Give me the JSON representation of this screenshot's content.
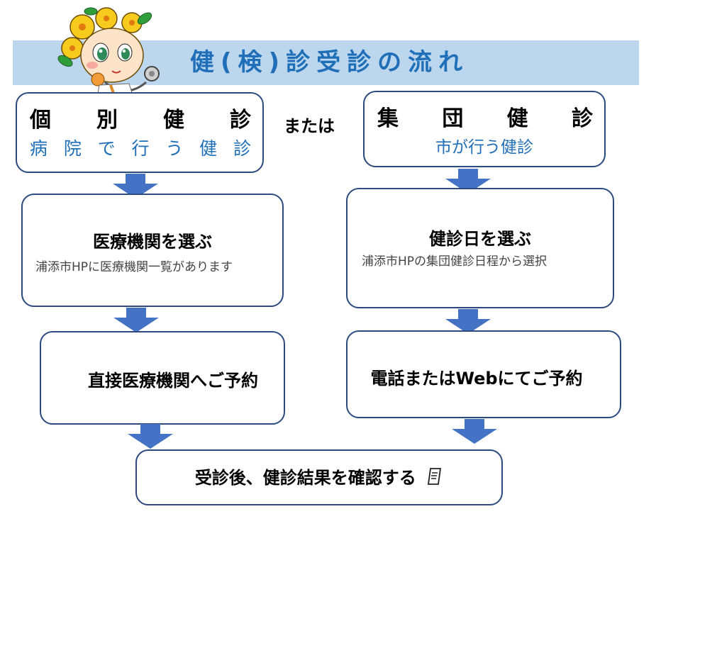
{
  "header": {
    "title_chars": [
      "健",
      "(",
      "検",
      ")",
      "診",
      "受",
      "診",
      "の",
      "流",
      "れ"
    ]
  },
  "left": {
    "heading_chars": [
      "個",
      "別",
      "健",
      "診"
    ],
    "sub_chars": [
      "病",
      "院",
      "で",
      "行",
      "う",
      "健",
      "診"
    ],
    "step1_title": "医療機関を選ぶ",
    "step1_note": "浦添市HPに医療機関一覧があります",
    "step2_title": "直接医療機関へご予約"
  },
  "connector": {
    "or_label": "または"
  },
  "right": {
    "heading_chars": [
      "集",
      "団",
      "健",
      "診"
    ],
    "sub": "市が行う健診",
    "step1_title": "健診日を選ぶ",
    "step1_note": "浦添市HPの集団健診日程から選択",
    "step2_title": "電話またはWebにてご予約"
  },
  "final": {
    "title": "受診後、健診結果を確認する"
  },
  "icons": {
    "document": "document-icon",
    "mascot": "flower-doctor-mascot-icon",
    "arrow": "down-arrow-icon"
  },
  "colors": {
    "banner_bg": "#bcd6ee",
    "title_blue": "#1f6fb8",
    "arrow_blue": "#4472c4",
    "box_border": "#2c4a7e"
  }
}
